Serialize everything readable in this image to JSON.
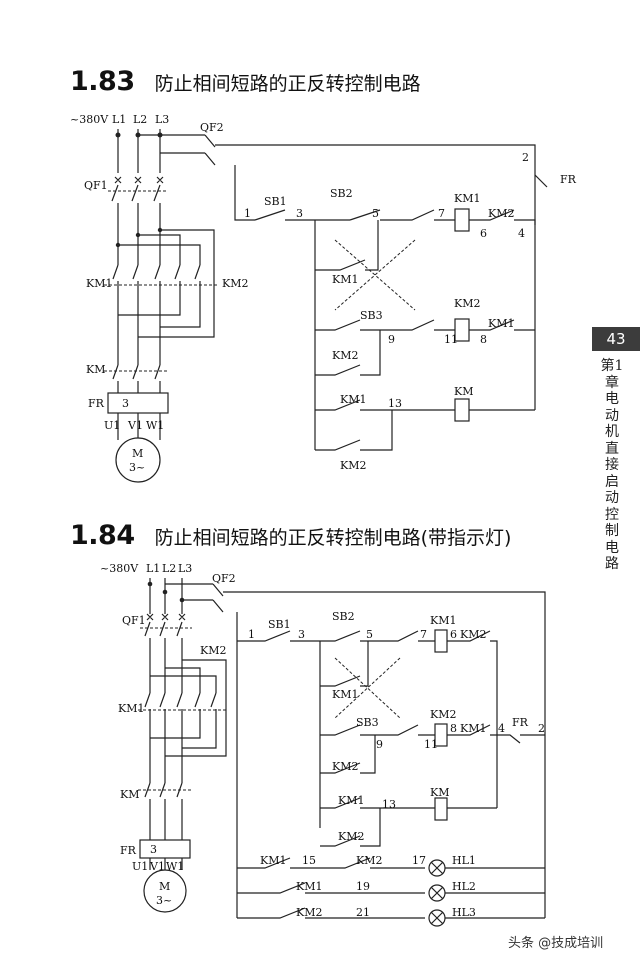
{
  "page": {
    "tab_number": "43",
    "side_text": "第1章 电动机直接启动控制电路",
    "watermark": "头条 @技成培训"
  },
  "sec1": {
    "num": "1.83",
    "title": "防止相间短路的正反转控制电路",
    "labels": {
      "supply": "~380V",
      "l1": "L1",
      "l2": "L2",
      "l3": "L3",
      "qf2": "QF2",
      "qf1": "QF1",
      "km1": "KM1",
      "km2": "KM2",
      "km": "KM",
      "fr": "FR",
      "fr_box": "3",
      "u1": "U1",
      "v1": "V1",
      "w1": "W1",
      "motor": "M",
      "motor_sub": "3~",
      "fr_ctrl": "FR",
      "sb1": "SB1",
      "sb2": "SB2",
      "sb3": "SB3",
      "n1": "1",
      "n2": "2",
      "n3": "3",
      "n4": "4",
      "n5": "5",
      "n6": "6",
      "n7": "7",
      "n8": "8",
      "n9": "9",
      "n11": "11",
      "n13": "13"
    }
  },
  "sec2": {
    "num": "1.84",
    "title": "防止相间短路的正反转控制电路(带指示灯)",
    "labels": {
      "supply": "~380V",
      "l1": "L1",
      "l2": "L2",
      "l3": "L3",
      "qf2": "QF2",
      "qf1": "QF1",
      "km1": "KM1",
      "km2": "KM2",
      "km": "KM",
      "fr": "FR",
      "fr_box": "3",
      "u1": "U1",
      "v1": "V1",
      "w1": "W1",
      "motor": "M",
      "motor_sub": "3~",
      "fr_ctrl": "FR",
      "sb1": "SB1",
      "sb2": "SB2",
      "sb3": "SB3",
      "n1": "1",
      "n2": "2",
      "n3": "3",
      "n4": "4",
      "n5": "5",
      "n6": "6",
      "n7": "7",
      "n8": "8",
      "n9": "9",
      "n11": "11",
      "n13": "13",
      "n15": "15",
      "n17": "17",
      "n19": "19",
      "n21": "21",
      "hl1": "HL1",
      "hl2": "HL2",
      "hl3": "HL3"
    }
  }
}
